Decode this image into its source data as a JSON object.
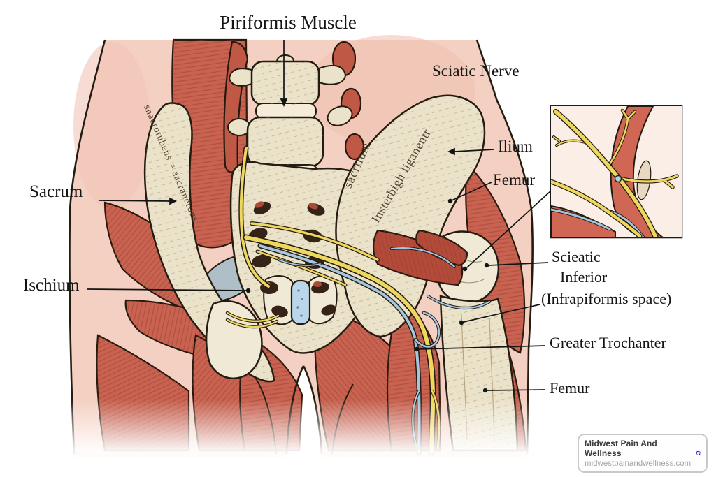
{
  "labels": {
    "piriformis": "Piriformis Muscle",
    "sciatic_nerve": "Sciatic Nerve",
    "ilium": "Ilium",
    "femur_upper": "Femur",
    "sacrum": "Sacrum",
    "ischium": "Ischium",
    "scieatic_line1": "Scieatic",
    "scieatic_line2": "Inferior",
    "scieatic_line3": "(Infrapiformis space)",
    "greater_trochanter": "Greater Trochanter",
    "femur_lower": "Femur"
  },
  "bone_annotations": {
    "left_ilium_text": "snacrotubeus = aacranerous",
    "sacrum_text": "sacriium",
    "ligament_text": "Insterbigh liganentr"
  },
  "logo": {
    "name": "Midwest Pain And Wellness",
    "url": "midwestpainandwellness.com"
  },
  "colors": {
    "skin": "#f4d0c2",
    "muscle_red": "#c96250",
    "muscle_dark": "#b04a3a",
    "bone": "#ebe2ca",
    "bone_light": "#f0e9d5",
    "nerve_yellow": "#eed75e",
    "vein_blue": "#a4c6de",
    "symphysis_blue": "#b9d6ea",
    "capsule_gray": "#aebfc7",
    "outline": "#241b11",
    "label_text": "#141414",
    "logo_blue": "#1b1bd2"
  }
}
